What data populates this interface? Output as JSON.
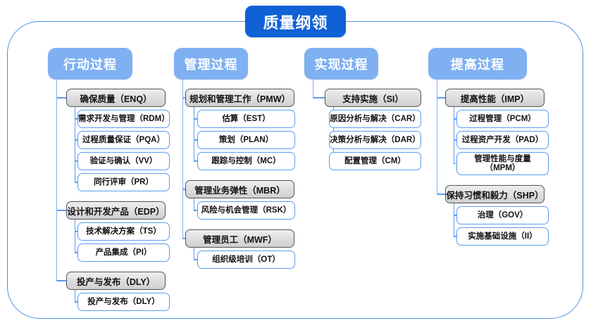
{
  "diagram": {
    "title": "质量纲领",
    "frame_color": "#4a90e2",
    "title_color": "#1061d6",
    "header_color": "#7fb0f2",
    "group_color": "#cfcfcf",
    "leaf_border_color": "#5b9bf0"
  },
  "columns": [
    {
      "header": "行动过程",
      "groups": [
        {
          "label": "确保质量（ENQ）",
          "items": [
            "需求开发与管理（RDM）",
            "过程质量保证（PQA）",
            "验证与确认（VV）",
            "同行评审（PR）"
          ]
        },
        {
          "label": "设计和开发产品（EDP）",
          "items": [
            "技术解决方案（TS）",
            "产品集成（PI）"
          ]
        },
        {
          "label": "投产与发布（DLY）",
          "items": [
            "投产与发布（DLY）"
          ]
        }
      ]
    },
    {
      "header": "管理过程",
      "groups": [
        {
          "label": "规划和管理工作（PMW）",
          "items": [
            "估算（EST）",
            "策划（PLAN）",
            "跟踪与控制（MC）"
          ]
        },
        {
          "label": "管理业务弹性（MBR）",
          "items": [
            "风险与机会管理（RSK）"
          ]
        },
        {
          "label": "管理员工（MWF）",
          "items": [
            "组织级培训（OT）"
          ]
        }
      ]
    },
    {
      "header": "实现过程",
      "groups": [
        {
          "label": "支持实施（SI）",
          "items": [
            "原因分析与解决（CAR）",
            "决策分析与解决（DAR）",
            "配置管理（CM）"
          ]
        }
      ]
    },
    {
      "header": "提高过程",
      "groups": [
        {
          "label": "提高性能（IMP）",
          "items": [
            "过程管理（PCM）",
            "过程资产开发（PAD）",
            "管理性能与度量（MPM）"
          ]
        },
        {
          "label": "保持习惯和毅力（SHP）",
          "items": [
            "治理（GOV）",
            "实施基础设施（II）"
          ]
        }
      ]
    }
  ]
}
